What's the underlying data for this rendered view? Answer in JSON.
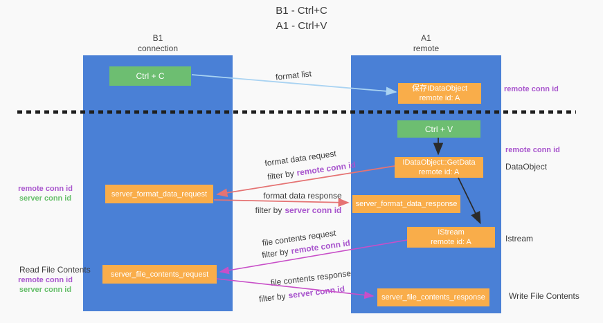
{
  "title": {
    "line1": "B1 - Ctrl+C",
    "line2": "A1 - Ctrl+V"
  },
  "lanes": {
    "left": {
      "name": "B1",
      "role": "connection"
    },
    "right": {
      "name": "A1",
      "role": "remote"
    }
  },
  "boxes": {
    "ctrl_c": {
      "label": "Ctrl + C"
    },
    "ctrl_v": {
      "label": "Ctrl + V"
    },
    "save_dataobject": {
      "line1": "保存IDataObject",
      "line2": "remote id: A"
    },
    "getdata": {
      "line1": "IDataObject::GetData",
      "line2": "remote id: A"
    },
    "istream": {
      "line1": "IStream",
      "line2": "remote id: A"
    },
    "format_request": {
      "label": "server_format_data_request"
    },
    "format_response": {
      "label": "server_format_data_response"
    },
    "file_request": {
      "label": "server_file_contents_request"
    },
    "file_response": {
      "label": "server_file_contents_response"
    }
  },
  "labels": {
    "format_list": "format list",
    "format_data_request": "format data request",
    "format_data_response": "format data response",
    "file_contents_request": "file contents request",
    "file_contents_response": "file contents response",
    "filter_by": "filter by",
    "remote_conn_id": "remote conn id",
    "server_conn_id": "server conn id",
    "dataobject": "DataObject",
    "istream": "Istream",
    "read_file_contents": "Read File Contents",
    "write_file_contents": "Write File Contents"
  },
  "colors": {
    "lane_blue": "#4a80d6",
    "box_green": "#6dbe71",
    "box_orange": "#f9ad4a",
    "arrow_red": "#e57373",
    "arrow_magenta": "#c84fc8",
    "arrow_blue": "#a9d3f2",
    "arrow_black": "#2b2b2b",
    "divider_black": "#1f1f1f",
    "text_purple": "#a855cd",
    "text_green": "#67bf6b"
  }
}
